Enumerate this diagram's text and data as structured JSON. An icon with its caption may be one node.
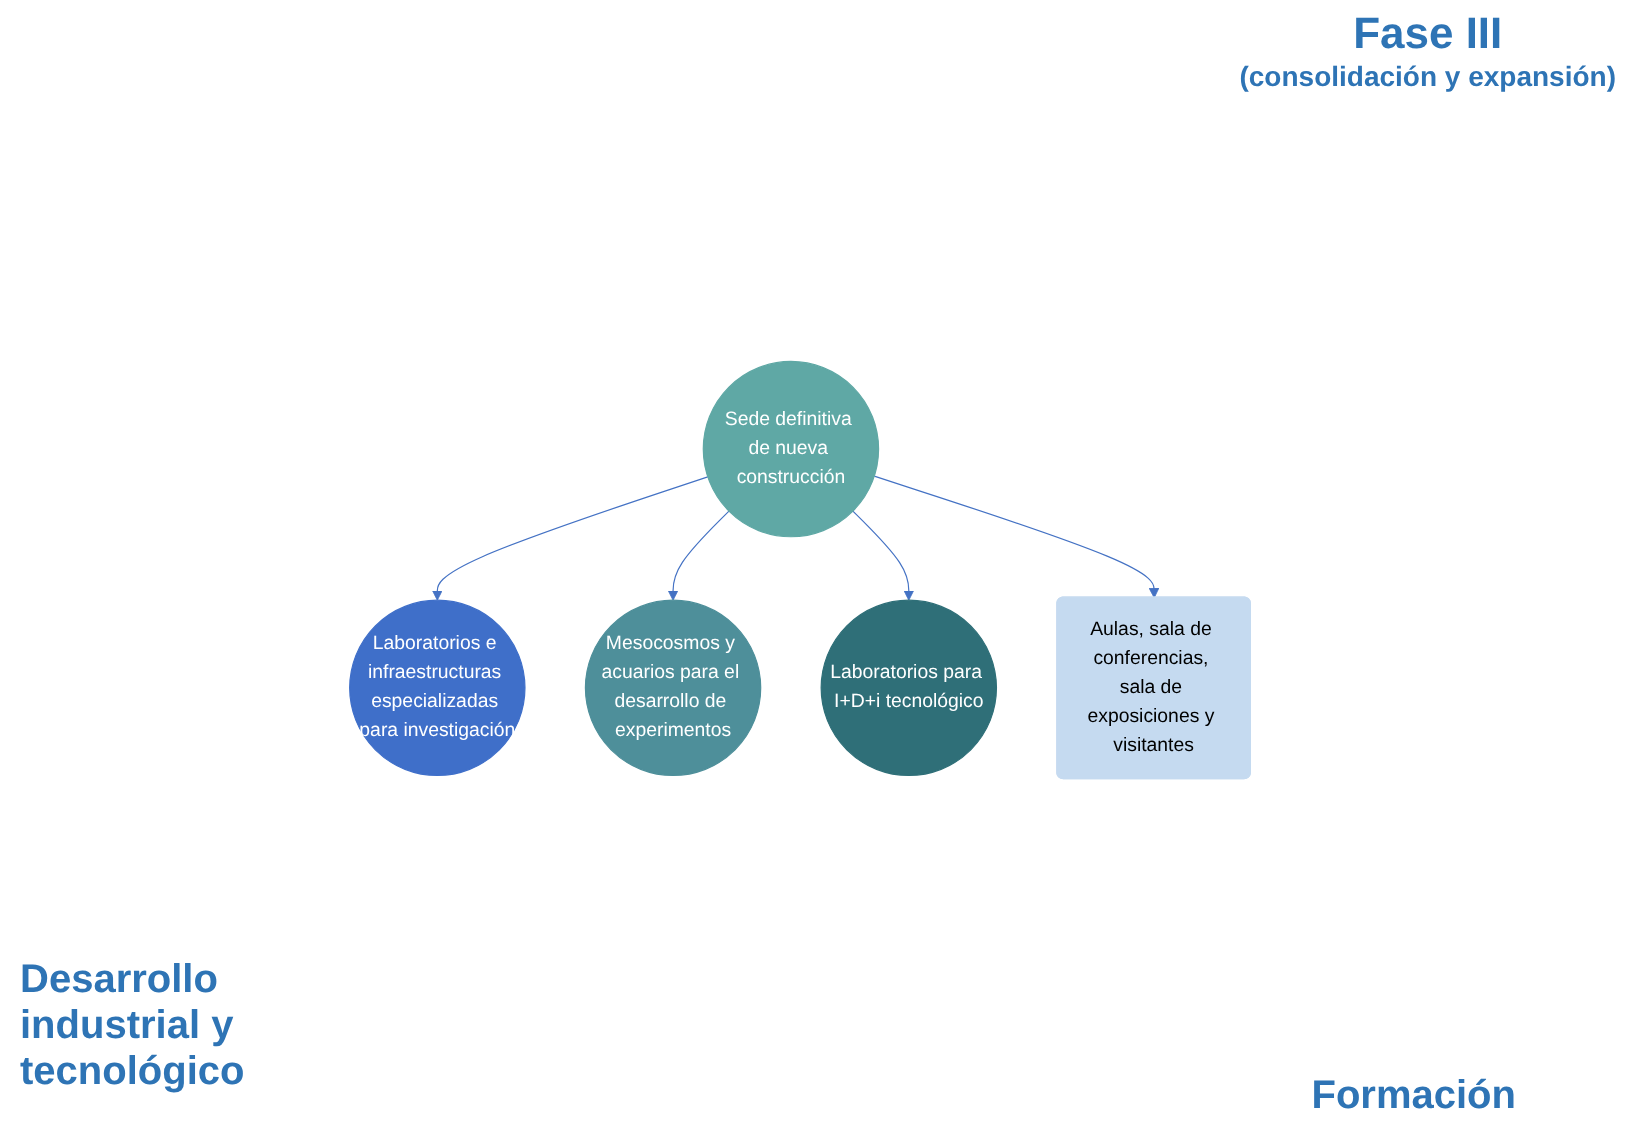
{
  "diagram": {
    "title": "Fase III",
    "nodes": [
      {
        "text": [
          "Sede definitiva de nueva construcción"
        ]
      },
      {
        "text": [
          "Laboratorios e infraestructuras especializadas para investigación"
        ]
      },
      {
        "text": [
          "Mesocosmos y acuarios para el desarrollo de experimentos"
        ]
      },
      {
        "text": [
          "Laboratorios para I+D+i tecnológico"
        ]
      },
      {
        "text": [
          "Aulas, sala de conferencias, sala de exposiciones y visitantes"
        ]
      }
    ],
    "edges": [
      {
        "from": 0,
        "to": 1,
        "arrow": "to"
      },
      {
        "from": 0,
        "to": 2,
        "arrow": "to"
      },
      {
        "from": 0,
        "to": 3,
        "arrow": "to"
      },
      {
        "from": 0,
        "to": 4,
        "arrow": "to"
      }
    ],
    "labels": [
      "(consolidación y expansión)",
      "Desarrollo industrial y tecnológico",
      "Formación"
    ]
  }
}
